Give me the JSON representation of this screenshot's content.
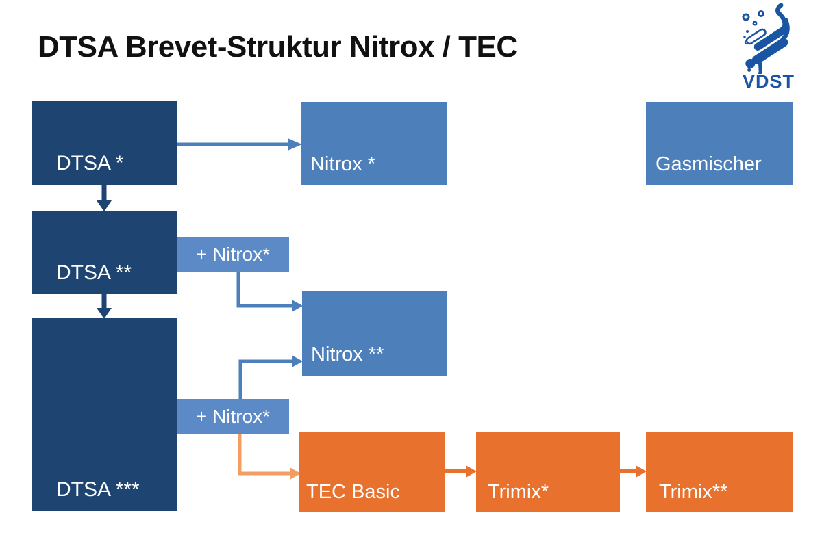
{
  "page": {
    "title": "DTSA Brevet-Struktur Nitrox / TEC"
  },
  "logo": {
    "text": "VDST"
  },
  "colors": {
    "navy": "#1e4571",
    "blue": "#4d80bb",
    "light-blue": "#5b8ac6",
    "orange": "#e8712e",
    "light-orange": "#f59c63",
    "logo-blue": "#1a55a3",
    "title-text": "#111111",
    "box-text": "#ffffff"
  },
  "boxes": {
    "dtsa1": {
      "label": "DTSA *"
    },
    "dtsa2": {
      "label": "DTSA **"
    },
    "dtsa3": {
      "label": "DTSA ***"
    },
    "nitrox1": {
      "label": "Nitrox *"
    },
    "nitrox2": {
      "label": "Nitrox **"
    },
    "gasmischer": {
      "label": "Gasmischer"
    },
    "plus_nitrox_a": {
      "label": "+ Nitrox*"
    },
    "plus_nitrox_b": {
      "label": "+ Nitrox*"
    },
    "tec_basic": {
      "label": "TEC Basic"
    },
    "trimix1": {
      "label": "Trimix*"
    },
    "trimix2": {
      "label": "Trimix**"
    }
  }
}
